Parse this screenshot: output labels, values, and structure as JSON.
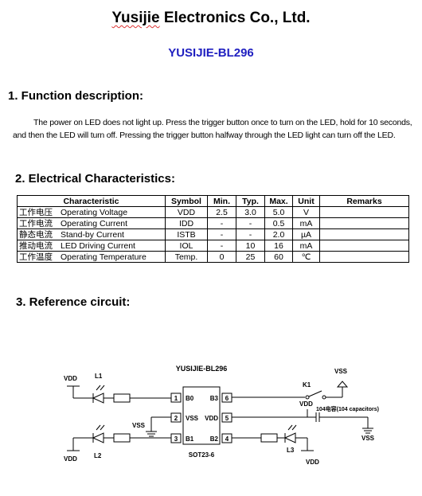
{
  "company_prefix": "Yusijie",
  "company_rest": " Electronics Co., Ltd.",
  "model": "YUSIJIE-BL296",
  "section1": {
    "title": "1. Function description:",
    "text": "The power on LED does not light up. Press the trigger button once to turn on the LED, hold for 10 seconds, and then the LED will turn off. Pressing the trigger button halfway through the LED light can turn off the LED."
  },
  "section2": {
    "title": "2. Electrical Characteristics:",
    "headers": [
      "Characteristic",
      "Symbol",
      "Min.",
      "Typ.",
      "Max.",
      "Unit",
      "Remarks"
    ],
    "rows": [
      {
        "cn": "工作电压",
        "name": "Operating Voltage",
        "symbol": "VDD",
        "min": "2.5",
        "typ": "3.0",
        "max": "5.0",
        "unit": "V",
        "remarks": ""
      },
      {
        "cn": "工作电流",
        "name": "Operating Current",
        "symbol": "IDD",
        "min": "-",
        "typ": "-",
        "max": "0.5",
        "unit": "mA",
        "remarks": ""
      },
      {
        "cn": "静态电流",
        "name": "Stand-by Current",
        "symbol": "ISTB",
        "min": "-",
        "typ": "-",
        "max": "2.0",
        "unit": "µA",
        "remarks": ""
      },
      {
        "cn": "推动电流",
        "name": "LED Driving Current",
        "symbol": "IOL",
        "min": "-",
        "typ": "10",
        "max": "16",
        "unit": "mA",
        "remarks": ""
      },
      {
        "cn": "工作温度",
        "name": "Operating Temperature",
        "symbol": "Temp.",
        "min": "0",
        "typ": "25",
        "max": "60",
        "unit": "℃",
        "remarks": ""
      }
    ]
  },
  "section3": {
    "title": "3. Reference circuit:"
  },
  "circuit": {
    "chip_name": "YUSIJIE-BL296",
    "package": "SOT23-6",
    "pins": [
      {
        "num": "1",
        "name": "B0"
      },
      {
        "num": "2",
        "name": "VSS"
      },
      {
        "num": "3",
        "name": "B1"
      },
      {
        "num": "4",
        "name": "B2"
      },
      {
        "num": "5",
        "name": "VDD"
      },
      {
        "num": "6",
        "name": "B3"
      }
    ],
    "labels": {
      "vdd_l1": "VDD",
      "l1": "L1",
      "vss_pin2": "VSS",
      "vdd_l2": "VDD",
      "l2": "L2",
      "vss_top": "VSS",
      "k1": "K1",
      "vdd_pin5": "VDD",
      "cap": "104电容(104 capacitors)",
      "vss_cap": "VSS",
      "l3": "L3",
      "vdd_l3": "VDD"
    }
  }
}
